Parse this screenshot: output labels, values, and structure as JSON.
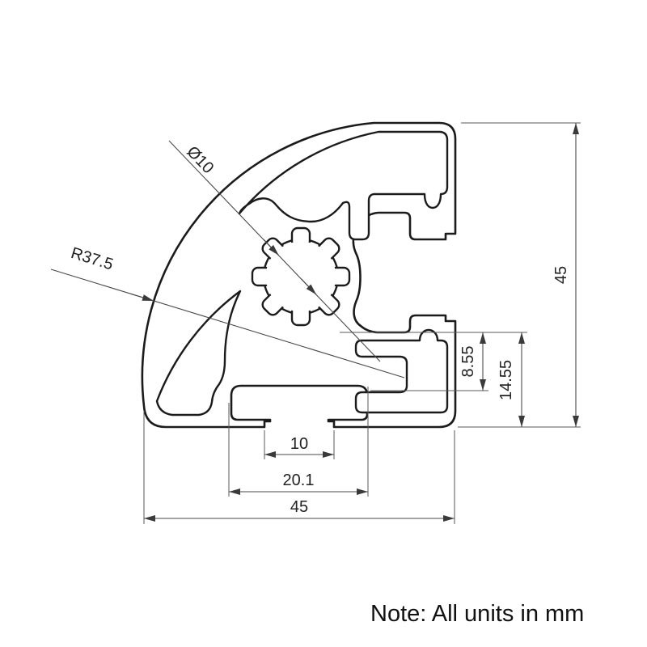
{
  "drawing": {
    "title": "aluminium-extrusion-profile-cross-section",
    "labels": {
      "bore_diameter": "Ø10",
      "corner_radius": "R37.5",
      "overall_height": "45",
      "overall_width": "45",
      "slot_cavity_width": "20.1",
      "slot_mouth_width": "10",
      "lip_inner_depth": "8.55",
      "slot_total_depth": "14.55"
    },
    "note": "Note: All units in mm",
    "units": "mm",
    "line_colors": {
      "profile": "#1b1b1b",
      "dimension": "#4a4a4a"
    }
  }
}
